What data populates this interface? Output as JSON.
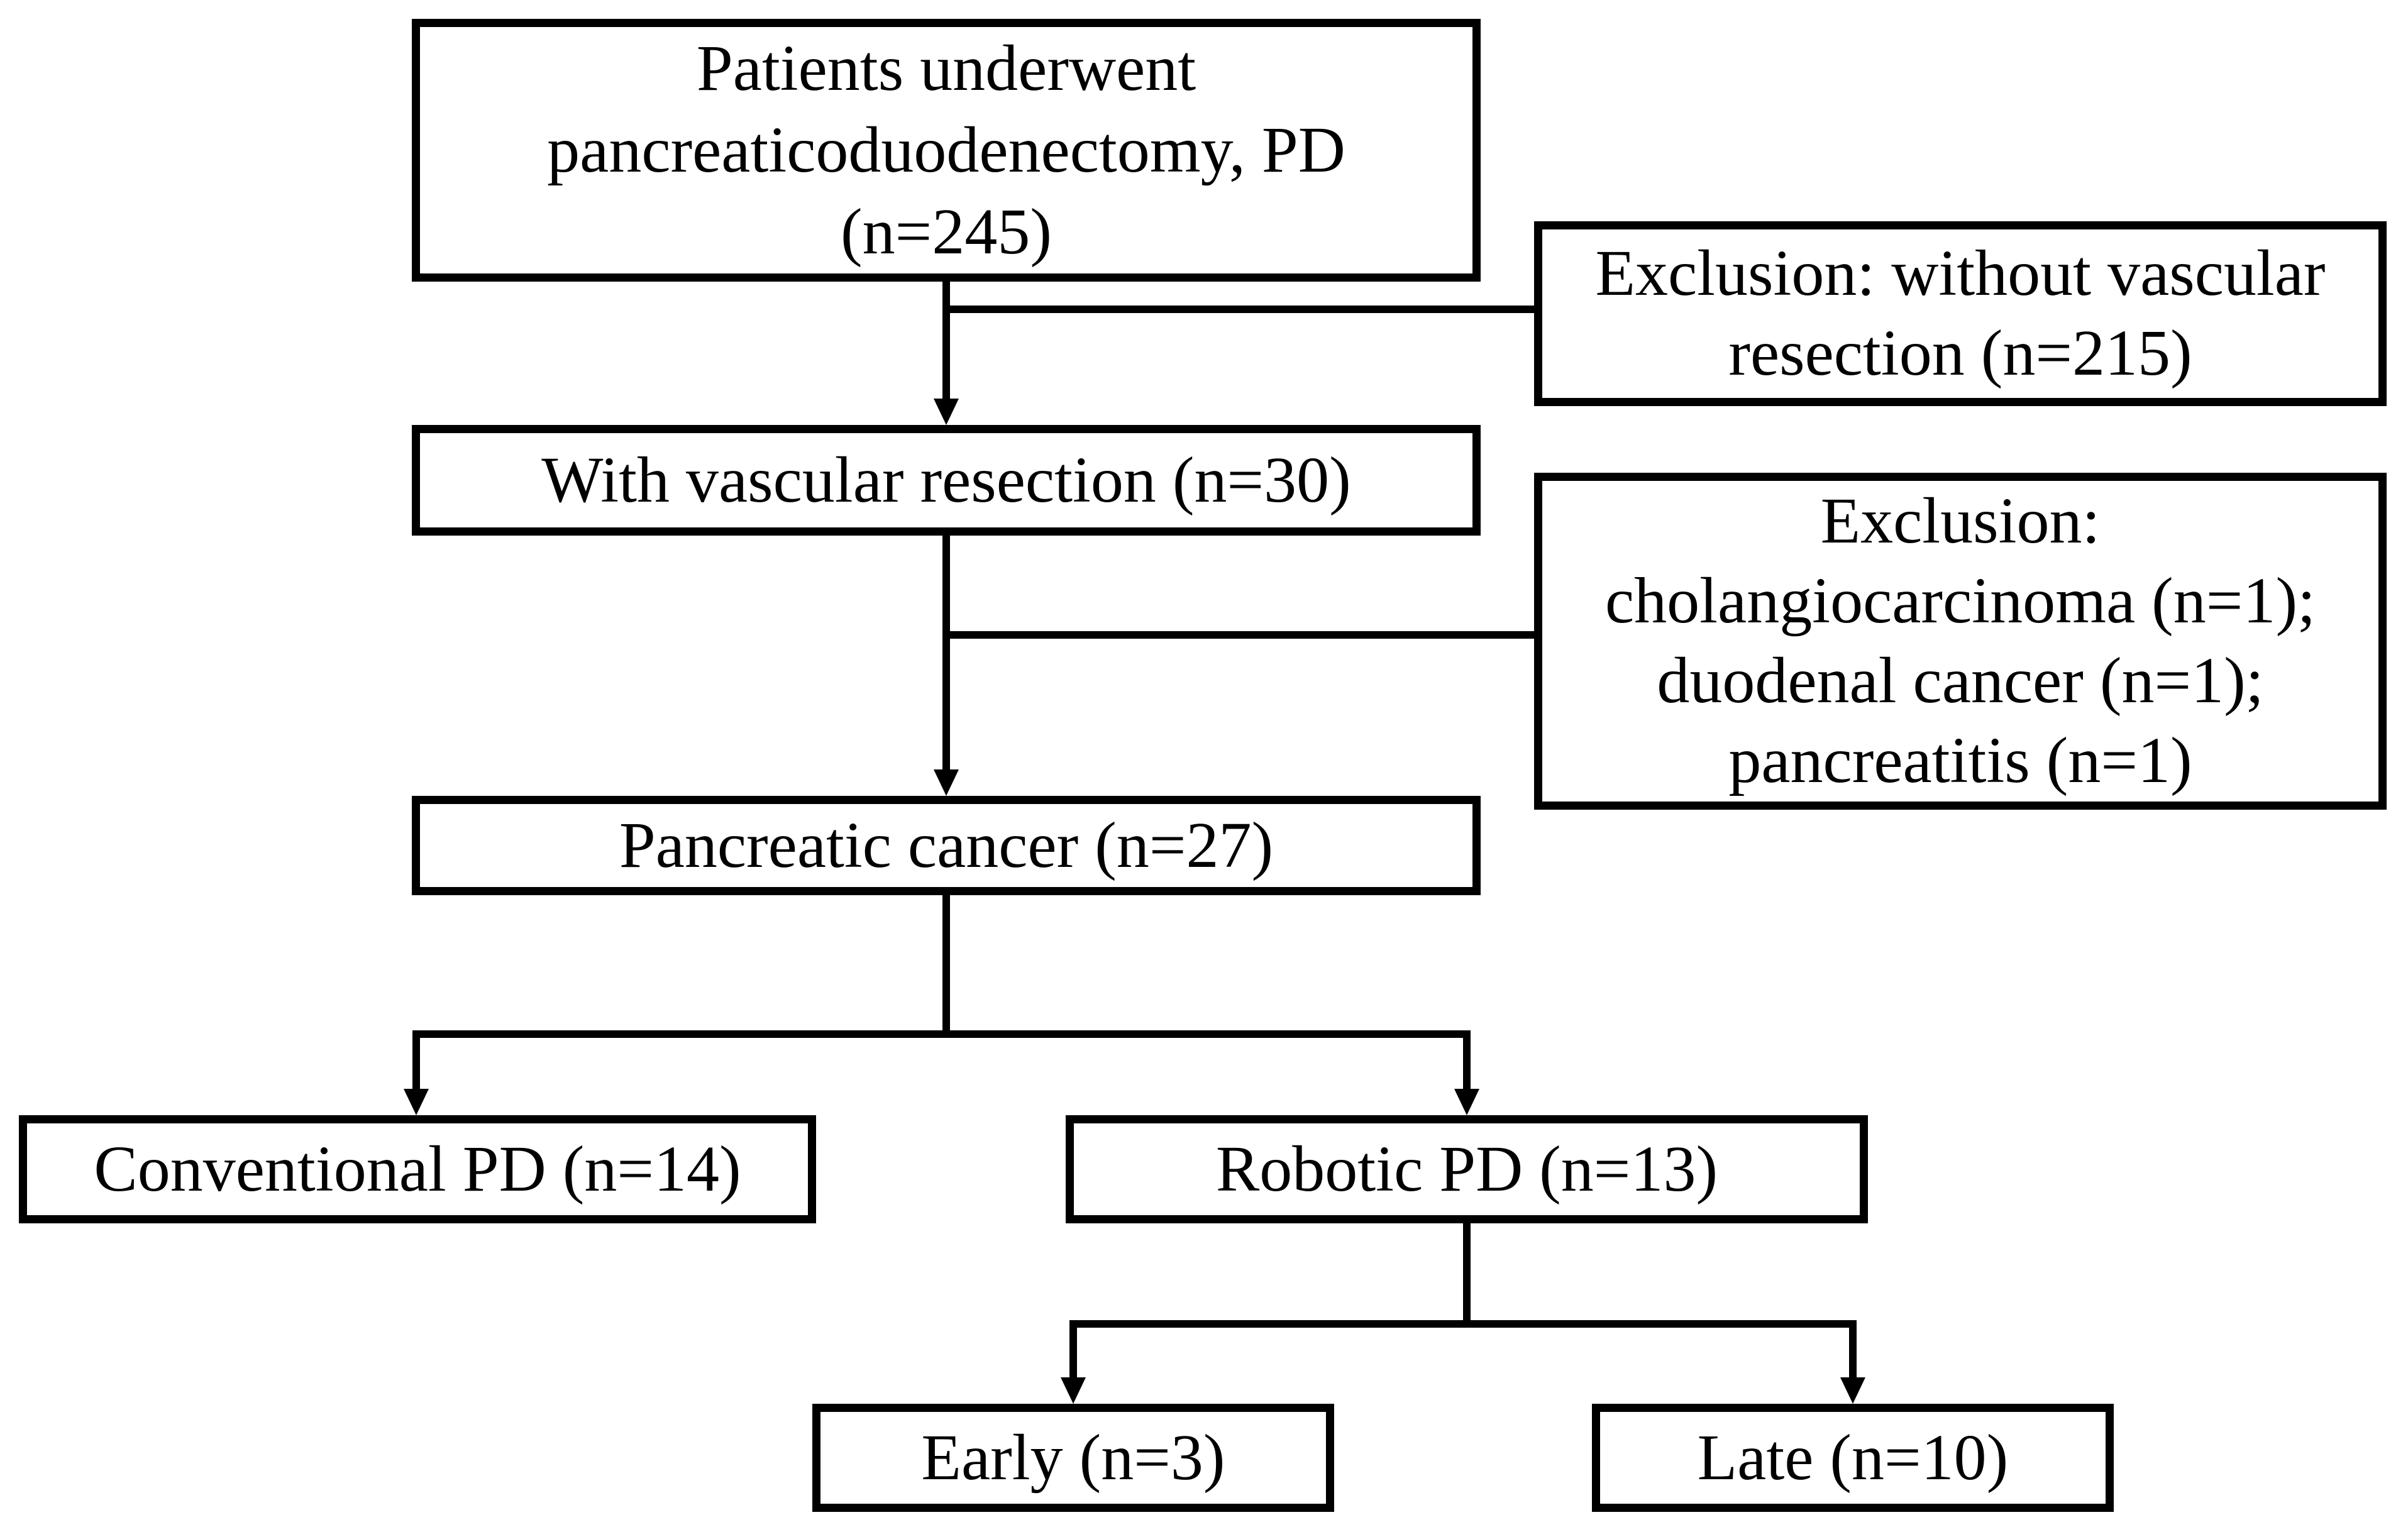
{
  "diagram": {
    "kind": "patient-flowchart",
    "background_color": "#ffffff",
    "line_color": "#000000",
    "text_color": "#000000"
  },
  "nodes": {
    "root": {
      "label": "Patients underwent\npancreaticoduodenectomy, PD\n(n=245)",
      "n": 245
    },
    "exclusion_no_vascular": {
      "label": "Exclusion: without vascular\nresection (n=215)",
      "n": 215
    },
    "with_vascular": {
      "label": "With vascular resection (n=30)",
      "n": 30
    },
    "exclusion_other": {
      "label": "Exclusion:\ncholangiocarcinoma (n=1);\nduodenal cancer (n=1);\npancreatitis (n=1)",
      "n_cholangiocarcinoma": 1,
      "n_duodenal_cancer": 1,
      "n_pancreatitis": 1
    },
    "pancreatic_cancer": {
      "label": "Pancreatic cancer (n=27)",
      "n": 27
    },
    "conventional_pd": {
      "label": "Conventional PD (n=14)",
      "n": 14
    },
    "robotic_pd": {
      "label": "Robotic PD (n=13)",
      "n": 13
    },
    "early": {
      "label": "Early (n=3)",
      "n": 3
    },
    "late": {
      "label": "Late (n=10)",
      "n": 10
    }
  },
  "flow": [
    {
      "from": "root",
      "to": "exclusion_no_vascular",
      "arrow": false
    },
    {
      "from": "root",
      "to": "with_vascular",
      "arrow": true
    },
    {
      "from": "with_vascular",
      "to": "exclusion_other",
      "arrow": false
    },
    {
      "from": "with_vascular",
      "to": "pancreatic_cancer",
      "arrow": true
    },
    {
      "from": "pancreatic_cancer",
      "to": "conventional_pd",
      "arrow": true
    },
    {
      "from": "pancreatic_cancer",
      "to": "robotic_pd",
      "arrow": true
    },
    {
      "from": "robotic_pd",
      "to": "early",
      "arrow": true
    },
    {
      "from": "robotic_pd",
      "to": "late",
      "arrow": true
    }
  ]
}
